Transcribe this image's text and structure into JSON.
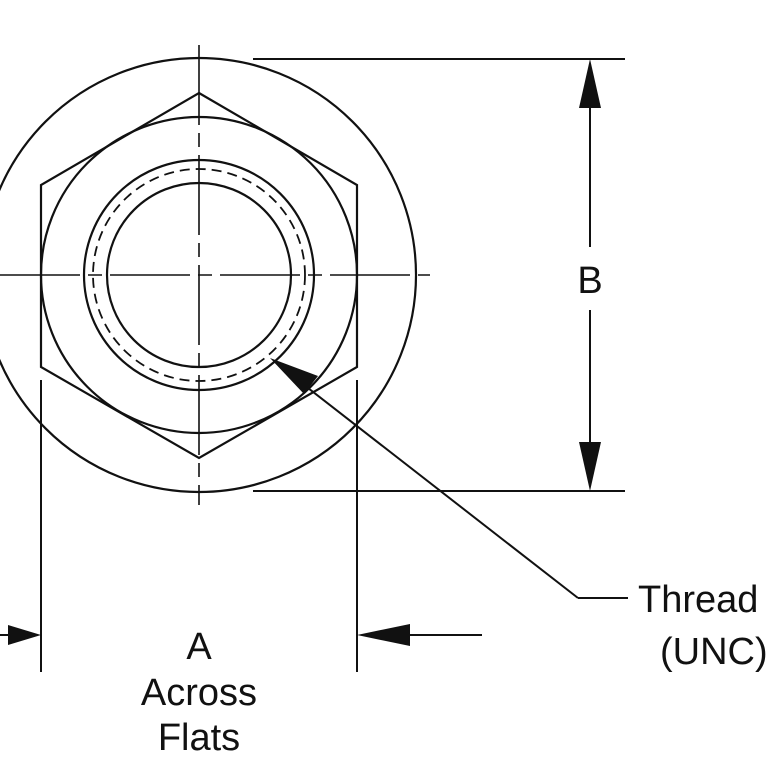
{
  "labels": {
    "dim_b": "B",
    "dim_a": "A",
    "across": "Across",
    "flats": "Flats",
    "thread_line1": "Thread",
    "thread_line2": "(UNC)"
  },
  "colors": {
    "ink": "#111111",
    "background": "#ffffff"
  }
}
